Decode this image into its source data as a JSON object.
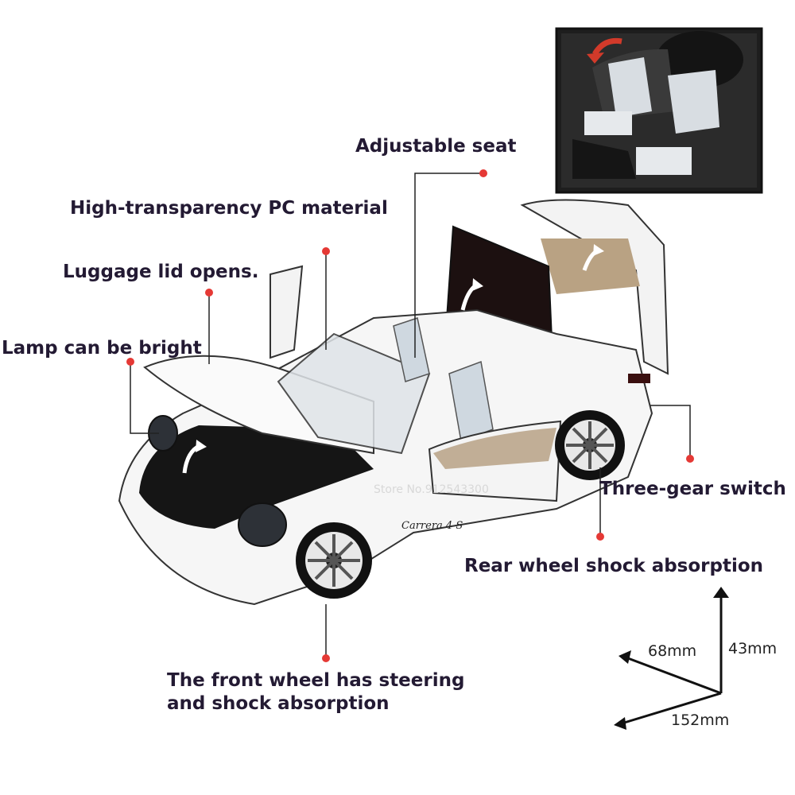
{
  "features": {
    "adjustable_seat": "Adjustable seat",
    "pc_material": "High-transparency PC material",
    "luggage_lid": "Luggage lid opens.",
    "lamp": "Lamp can be bright",
    "three_gear": "Three-gear switch",
    "rear_shock": "Rear wheel shock absorption",
    "front_wheel_line1": "The front wheel has steering",
    "front_wheel_line2": "and shock absorption"
  },
  "dimensions": {
    "width": "68mm",
    "height": "43mm",
    "length": "152mm"
  },
  "watermark": "Store No.912543300",
  "car_script": "Carrera 4 S",
  "colors": {
    "car_body": "#f6f6f6",
    "interior": "#cfd8e0",
    "label_text": "#231a33",
    "marker_dot": "#e53935",
    "leader_line": "#222222"
  }
}
